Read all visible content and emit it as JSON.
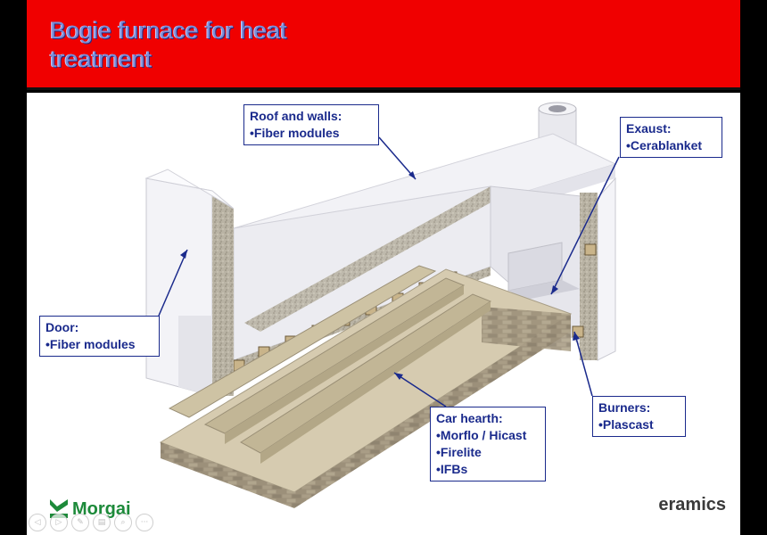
{
  "title": {
    "line1": "Bogie furnace for heat",
    "line2": "treatment"
  },
  "callouts": {
    "roof": {
      "heading": "Roof and walls:",
      "items": [
        "•Fiber modules"
      ]
    },
    "exhaust": {
      "heading": "Exaust:",
      "items": [
        "•Cerablanket"
      ]
    },
    "door": {
      "heading": "Door:",
      "items": [
        "•Fiber modules"
      ]
    },
    "burners": {
      "heading": "Burners:",
      "items": [
        "•Plascast"
      ]
    },
    "hearth": {
      "heading": "Car hearth:",
      "items": [
        "•Morflo / Hicast",
        "•Firelite",
        "•IFBs"
      ]
    }
  },
  "logos": {
    "left_text": "Morgai",
    "right_text": "eramics"
  },
  "nav": {
    "icons": [
      "prev-icon",
      "next-icon",
      "pen-icon",
      "slides-icon",
      "zoom-icon",
      "more-icon"
    ],
    "glyphs": [
      "◁",
      "▷",
      "✎",
      "▤",
      "⌕",
      "···"
    ]
  },
  "colors": {
    "title_bar": "#f00000",
    "title_text": "#7b8fd8",
    "callout": "#1a2a8c",
    "logo_green": "#1d8a3a"
  }
}
